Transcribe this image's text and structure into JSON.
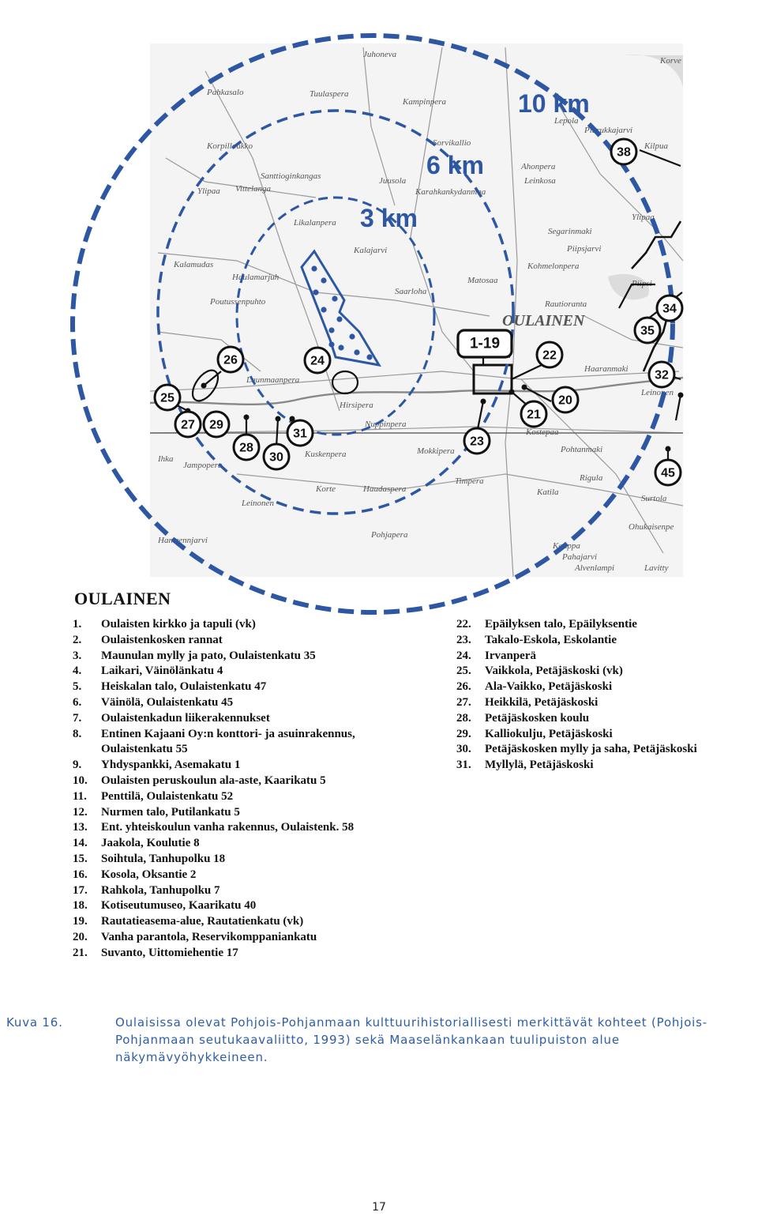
{
  "map": {
    "ring_labels": {
      "r10": "10 km",
      "r6": "6 km",
      "r3": "3 km"
    },
    "town_label": "OULAINEN",
    "place_labels": [
      "Juhoneva",
      "Pahkasalo",
      "Tuulaspera",
      "Kampinpera",
      "Korpilloukko",
      "Santtioginkangas",
      "Juusola",
      "Karahkankydanmaa",
      "Ylipaa",
      "Vittelanga",
      "Likalanpera",
      "Kalajarvi",
      "Kalamudas",
      "Haulamarjuh",
      "Saarloha",
      "Poutussenpuhto",
      "Matosaa",
      "Launmaanpera",
      "Hirsipera",
      "Nuppinpera",
      "Kuskenpera",
      "Korte",
      "Haudaspera",
      "Pohjapera",
      "Mokkipera",
      "Timpera",
      "Katila",
      "Hameennjarvi",
      "Ahonpera",
      "Leinkosa",
      "Sorvikallio",
      "Lepola",
      "Piurukkajarvi",
      "Kilpua",
      "Segarinmaki",
      "Piipsjarvi",
      "Kohmelonpera",
      "Rautioranta",
      "Ylipaa",
      "Piipsi",
      "Haaranmaki",
      "Leinonen",
      "Kostepaa",
      "Pohtanmaki",
      "Rigula",
      "Surtola",
      "Ohukaisenpe",
      "Kauppa",
      "Pahajarvi",
      "Alvenlampi",
      "Lavitty",
      "Korve",
      "Leinonen",
      "Ihka",
      "Jampopera"
    ],
    "markers": [
      "1-19",
      "22",
      "20",
      "21",
      "23",
      "24",
      "25",
      "26",
      "27",
      "29",
      "28",
      "30",
      "31",
      "32",
      "34",
      "35",
      "38",
      "45"
    ],
    "brand_color": "#2d57a3",
    "ink_color": "#111111"
  },
  "legend": {
    "title": "OULAINEN",
    "left": [
      {
        "n": "1.",
        "t": "Oulaisten kirkko ja tapuli (vk)"
      },
      {
        "n": "2.",
        "t": "Oulaistenkosken rannat"
      },
      {
        "n": "3.",
        "t": "Maunulan mylly ja pato, Oulaistenkatu 35"
      },
      {
        "n": "4.",
        "t": "Laikari, Väinölänkatu 4"
      },
      {
        "n": "5.",
        "t": "Heiskalan talo, Oulaistenkatu 47"
      },
      {
        "n": "6.",
        "t": "Väinölä, Oulaistenkatu 45"
      },
      {
        "n": "7.",
        "t": "Oulaistenkadun liikerakennukset"
      },
      {
        "n": "8.",
        "t": "Entinen Kajaani Oy:n konttori- ja asuinrakennus,"
      },
      {
        "n": "",
        "t": "Oulaistenkatu 55"
      },
      {
        "n": "9.",
        "t": "Yhdyspankki, Asemakatu 1"
      },
      {
        "n": "10.",
        "t": "Oulaisten peruskoulun ala-aste, Kaarikatu 5"
      },
      {
        "n": "11.",
        "t": "Penttilä, Oulaistenkatu 52"
      },
      {
        "n": "12.",
        "t": "Nurmen talo, Putilankatu 5"
      },
      {
        "n": "13.",
        "t": "Ent. yhteiskoulun vanha rakennus, Oulaistenk. 58"
      },
      {
        "n": "14.",
        "t": "Jaakola, Koulutie 8"
      },
      {
        "n": "15.",
        "t": "Soihtula, Tanhupolku 18"
      },
      {
        "n": "16.",
        "t": "Kosola, Oksantie 2"
      },
      {
        "n": "17.",
        "t": "Rahkola, Tanhupolku 7"
      },
      {
        "n": "18.",
        "t": "Kotiseutumuseo, Kaarikatu 40"
      },
      {
        "n": "19.",
        "t": "Rautatieasema-alue, Rautatienkatu (vk)"
      },
      {
        "n": "20.",
        "t": "Vanha parantola, Reservikomppaniankatu"
      },
      {
        "n": "21.",
        "t": "Suvanto, Uittomiehentie 17"
      }
    ],
    "right": [
      {
        "n": "22.",
        "t": "Epäilyksen talo, Epäilyksentie"
      },
      {
        "n": "23.",
        "t": "Takalo-Eskola, Eskolantie"
      },
      {
        "n": "24.",
        "t": "Irvanperä"
      },
      {
        "n": "25.",
        "t": "Vaikkola, Petäjäskoski (vk)"
      },
      {
        "n": "26.",
        "t": "Ala-Vaikko, Petäjäskoski"
      },
      {
        "n": "27.",
        "t": "Heikkilä, Petäjäskoski"
      },
      {
        "n": "28.",
        "t": "Petäjäskosken koulu"
      },
      {
        "n": "29.",
        "t": "Kalliokulju, Petäjäskoski"
      },
      {
        "n": "30.",
        "t": "Petäjäskosken mylly ja saha, Petäjäskoski"
      },
      {
        "n": "31.",
        "t": "Myllylä, Petäjäskoski"
      }
    ]
  },
  "caption": {
    "label": "Kuva 16.",
    "text": "Oulaisissa olevat Pohjois-Pohjanmaan kulttuurihistoriallisesti merkittävät kohteet (Pohjois-Pohjanmaan seutukaavaliitto, 1993) sekä Maaselänkankaan tuulipuiston alue näkymävyöhykkeineen."
  },
  "page_number": "17"
}
